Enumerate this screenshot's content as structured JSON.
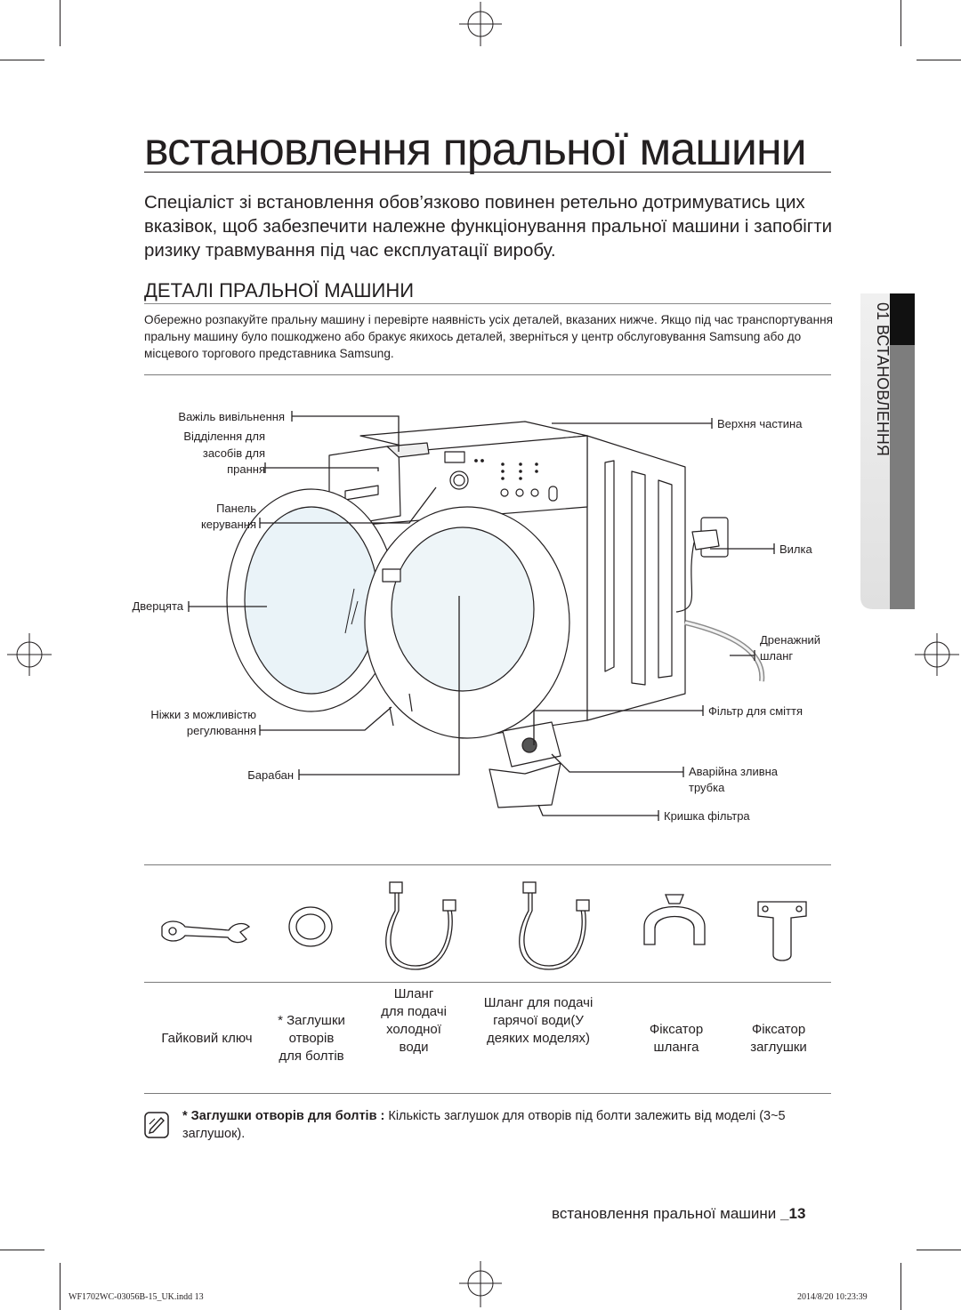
{
  "title": "встановлення пральної машини",
  "intro": "Спеціаліст зі встановлення обов’язково повинен ретельно дотримуватись цих вказівок, щоб забезпечити належне функціонування пральної машини і запобігти ризику травмування під час експлуатації виробу.",
  "section": {
    "heading": "ДЕТАЛІ ПРАЛЬНОЇ МАШИНИ",
    "body": "Обережно розпакуйте пральну машину і перевірте наявність усіх деталей, вказаних нижче. Якщо під час транспортування пральну машину було пошкоджено або бракує якихось деталей, зверніться у центр обслуговування Samsung або до місцевого торгового представника Samsung."
  },
  "side_tab": {
    "label": "01 ВСТАНОВЛЕННЯ"
  },
  "parts": {
    "release_lever": "Важіль вивільнення",
    "drawer": [
      "Відділення для",
      "засобів для",
      "прання"
    ],
    "control_panel": [
      "Панель",
      "керування"
    ],
    "door": "Дверцята",
    "feet": [
      "Ніжки з можливістю",
      "регулювання"
    ],
    "drum": "Барабан",
    "top": "Верхня частина",
    "plug": "Вилка",
    "drain_hose": [
      "Дренажний",
      "шланг"
    ],
    "filter": "Фільтр для сміття",
    "emergency_tube": [
      "Аварійна зливна",
      "трубка"
    ],
    "filter_cover": "Кришка фільтра"
  },
  "accessories": [
    {
      "icon": "spanner-icon",
      "lines": [
        "Гайковий ключ"
      ]
    },
    {
      "icon": "bolt-cap-icon",
      "lines": [
        "* Заглушки",
        "отворів",
        "для болтів"
      ]
    },
    {
      "icon": "cold-hose-icon",
      "lines": [
        "Шланг",
        "для подачі",
        "холодної",
        "води"
      ]
    },
    {
      "icon": "hot-hose-icon",
      "lines": [
        "Шланг для подачі",
        "гарячої води(У",
        "деяких моделях)"
      ]
    },
    {
      "icon": "hose-holder-icon",
      "lines": [
        "Фіксатор",
        "шланга"
      ]
    },
    {
      "icon": "cap-holder-icon",
      "lines": [
        "Фіксатор",
        "заглушки"
      ]
    }
  ],
  "note": {
    "bold": "* Заглушки отворів для болтів :",
    "text": " Кількість заглушок для отворів під болти залежить від моделі (3~5 заглушок)."
  },
  "footer": {
    "text": "встановлення пральної машини",
    "page": "_13"
  },
  "print_info": {
    "file": "WF1702WC-03056B-15_UK.indd   13",
    "date": "2014/8/20   10:23:39"
  }
}
